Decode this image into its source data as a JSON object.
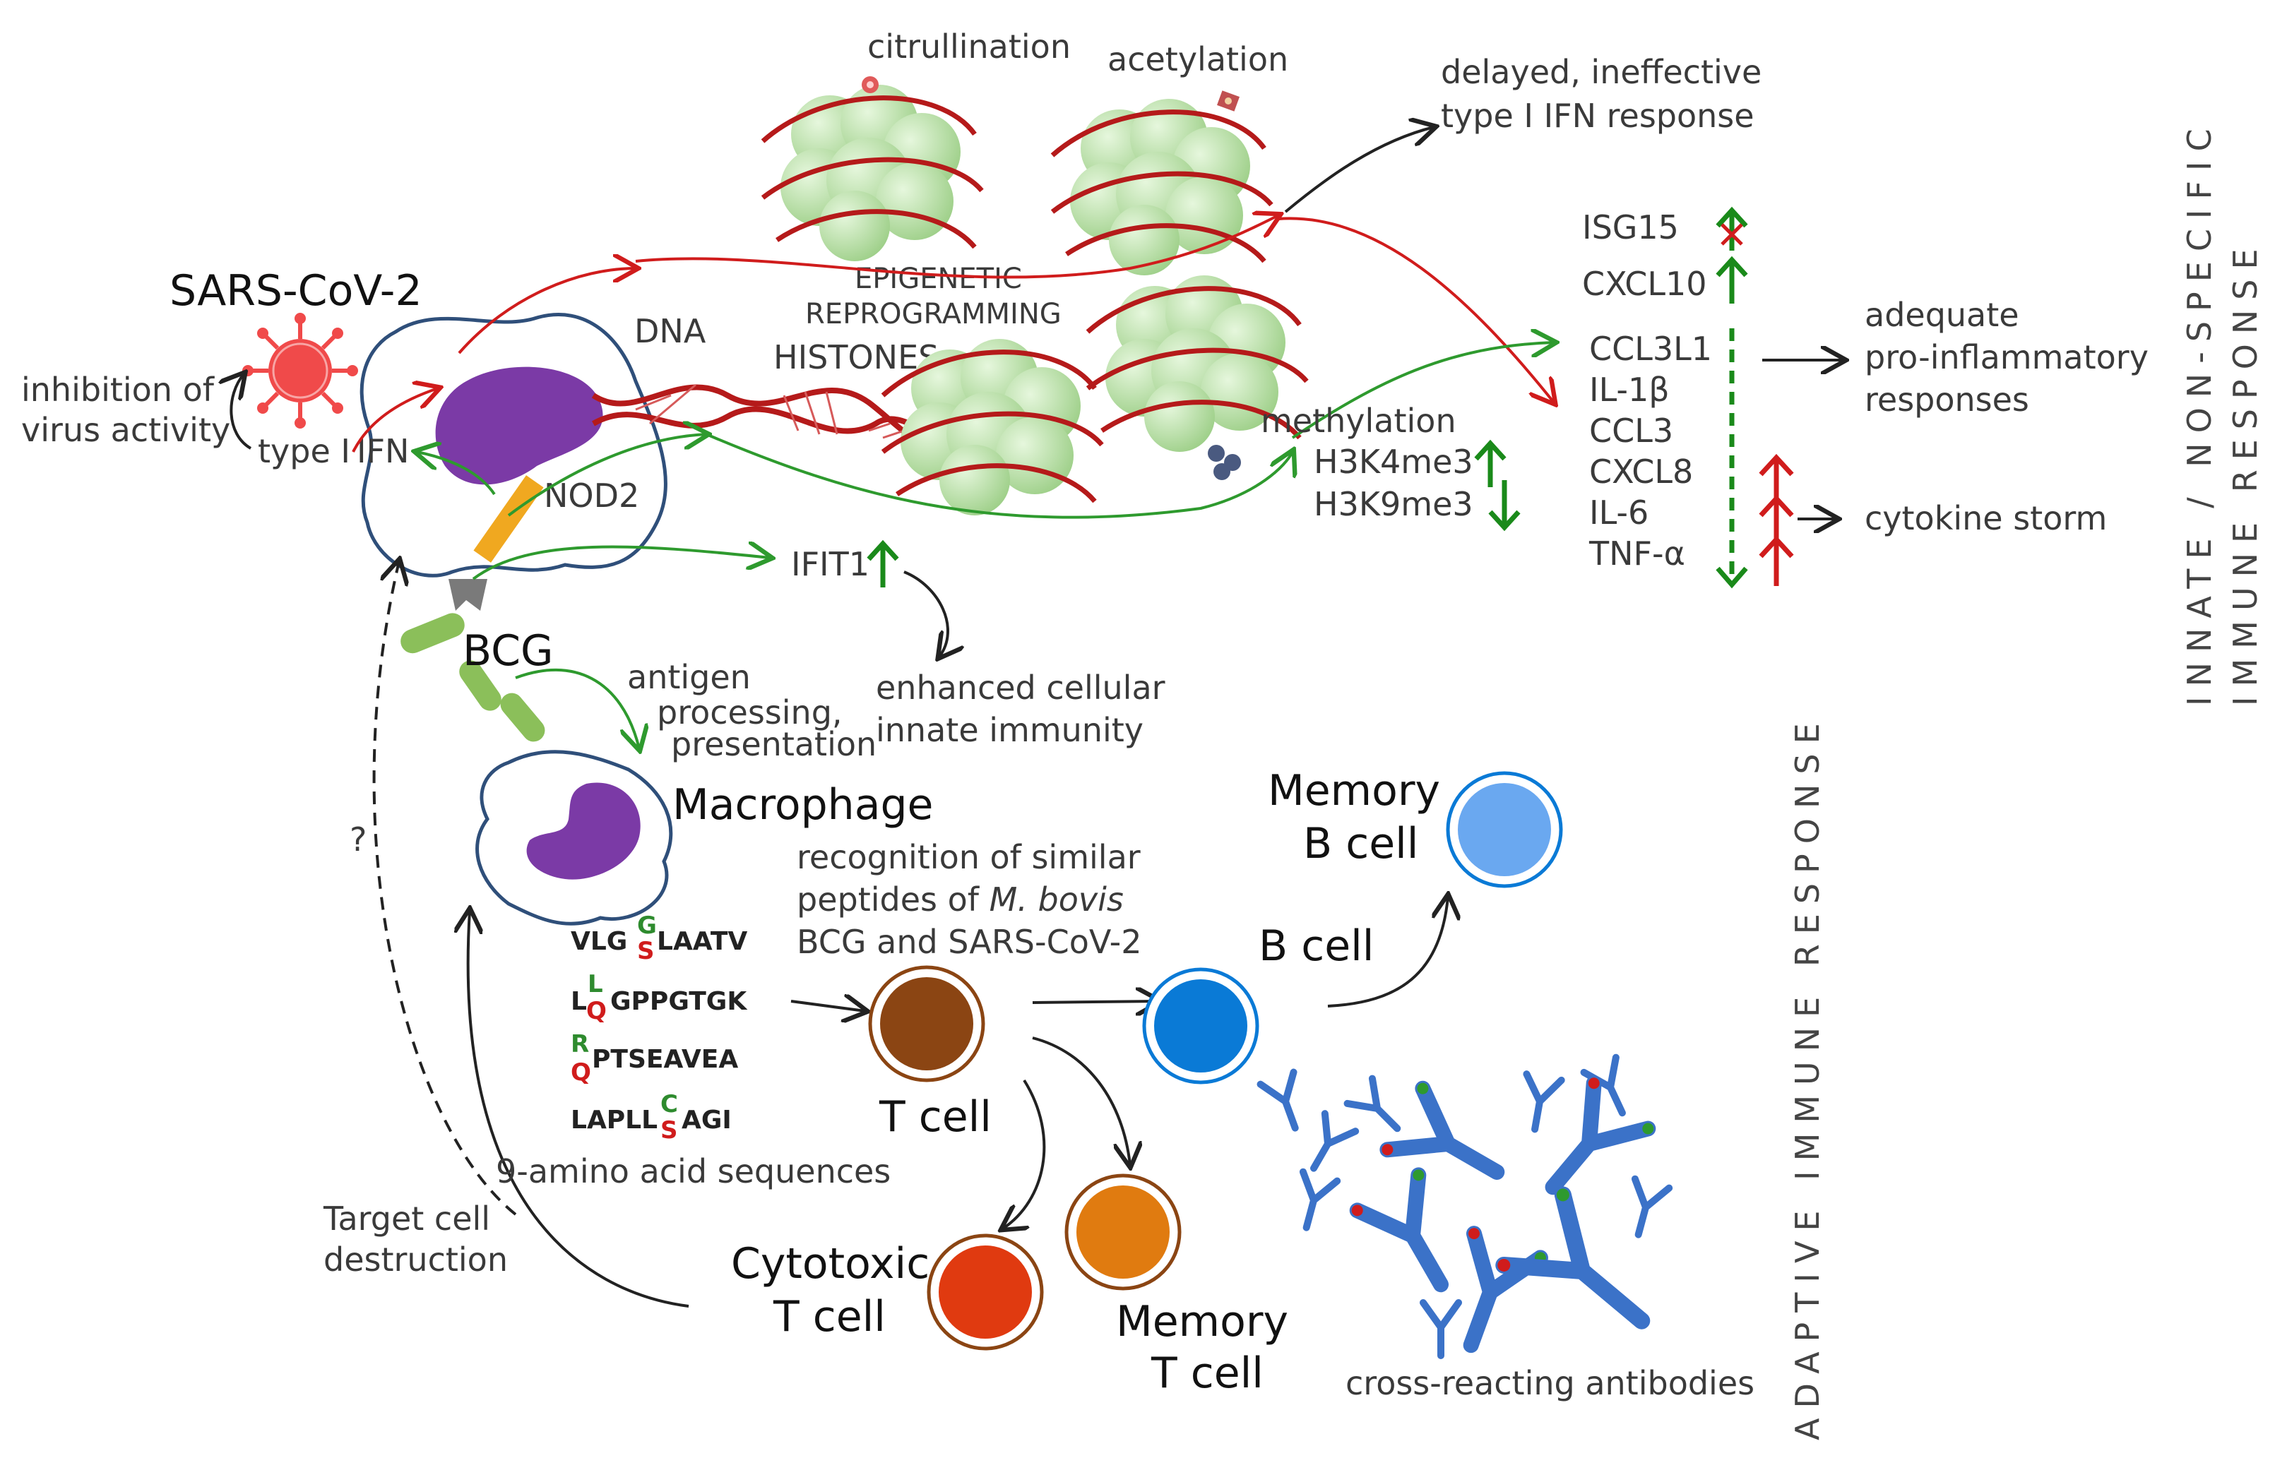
{
  "sections": {
    "innate": "INNATE / NON-SPECIFIC",
    "innate_2": "IMMUNE RESPONSE",
    "adaptive": "ADAPTIVE IMMUNE RESPONSE"
  },
  "labels": {
    "sars": "SARS-CoV-2",
    "inhibition_1": "inhibition of",
    "inhibition_2": "virus activity",
    "type_i": "type I",
    "ifn": "IFN",
    "dna": "DNA",
    "histones": "HISTONES",
    "epigenetic_1": "EPIGENETIC",
    "epigenetic_2": "REPROGRAMMING",
    "citrullination": "citrullination",
    "acetylation": "acetylation",
    "delayed_1": "delayed, ineffective",
    "delayed_2": "type I IFN response",
    "nod2": "NOD2",
    "ifit1": "IFIT1",
    "enhanced_1": "enhanced cellular",
    "enhanced_2": "innate immunity",
    "methylation": "methylation",
    "h3k4": "H3K4me3",
    "h3k9": "H3K9me3",
    "bcg": "BCG",
    "antigen_1": "antigen",
    "antigen_2": "processing,",
    "antigen_3": "presentation",
    "macrophage": "Macrophage",
    "question": "?",
    "recog_1": "recognition of similar",
    "recog_2a": "peptides of ",
    "recog_2b": "M. bovis",
    "recog_3": "BCG and SARS-CoV-2",
    "nine_aa": "9-amino acid sequences",
    "target_1": "Target cell",
    "target_2": "destruction",
    "t_cell": "T cell",
    "cytotoxic_1": "Cytotoxic",
    "cytotoxic_2": "T cell",
    "memory_t_1": "Memory",
    "memory_t_2": "T cell",
    "b_cell": "B cell",
    "memory_b_1": "Memory",
    "memory_b_2": "B cell",
    "antibodies": "cross-reacting antibodies",
    "adequate_1": "adequate",
    "adequate_2": "pro-inflammatory",
    "adequate_3": "responses",
    "storm": "cytokine storm"
  },
  "cytokines": [
    "ISG15",
    "CXCL10",
    "CCL3L1",
    "IL-1β",
    "CCL3",
    "CXCL8",
    "IL-6",
    "TNF-α"
  ],
  "sequences": [
    {
      "a": "VLG",
      "top": "G",
      "bot": "S",
      "b": "LAATV"
    },
    {
      "a": "L",
      "top": "L",
      "bot": "Q",
      "b": "GPPGTGK"
    },
    {
      "a": "",
      "top": "R",
      "bot": "Q",
      "b": "PTSEAVEA"
    },
    {
      "a": "LAPLL",
      "top": "C",
      "bot": "S",
      "b": "AGI"
    }
  ],
  "colors": {
    "red": "#d01c1c",
    "green": "#2e9a2e",
    "dark_green_arrow": "#1a8a1a",
    "purple": "#7b3aa6",
    "histone": "#b5e0a4",
    "t_cell": "#8b4513",
    "cytotoxic": "#e03a10",
    "memory_t": "#e07b10",
    "b_cell": "#0a7ad6",
    "memory_b": "#6aa8f0",
    "antibody": "#3b72c8",
    "cell_outline": "#2f4f7a"
  }
}
